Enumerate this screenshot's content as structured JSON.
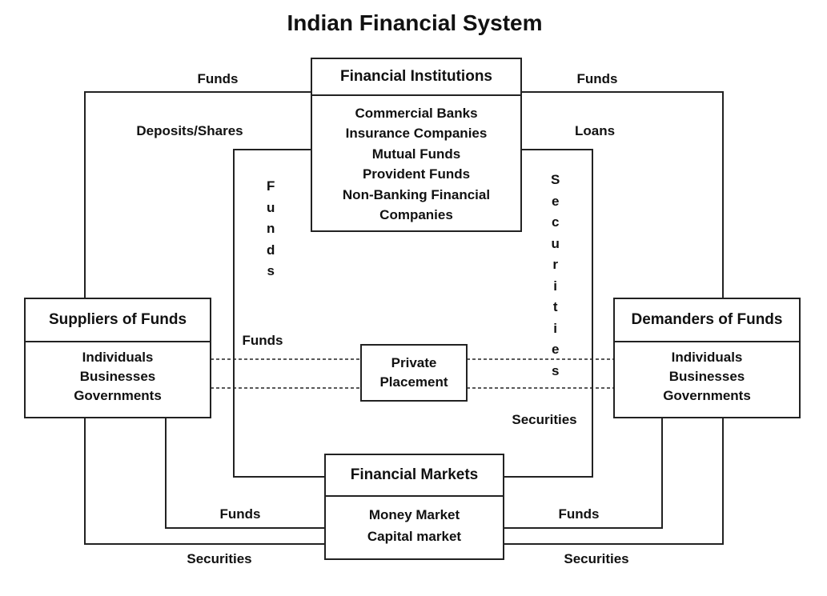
{
  "title": "Indian Financial System",
  "institutions": {
    "heading": "Financial Institutions",
    "items": [
      "Commercial Banks",
      "Insurance Companies",
      "Mutual Funds",
      "Provident Funds",
      "Non-Banking Financial",
      "Companies"
    ]
  },
  "suppliers": {
    "heading": "Suppliers of Funds",
    "items": [
      "Individuals",
      "Businesses",
      "Governments"
    ]
  },
  "demanders": {
    "heading": "Demanders of Funds",
    "items": [
      "Individuals",
      "Businesses",
      "Governments"
    ]
  },
  "private_placement": {
    "line1": "Private",
    "line2": "Placement"
  },
  "markets": {
    "heading": "Financial Markets",
    "items": [
      "Money Market",
      "Capital market"
    ]
  },
  "flow_labels": {
    "funds_top_left": "Funds",
    "funds_top_right": "Funds",
    "deposits_shares": "Deposits/Shares",
    "loans": "Loans",
    "funds_vertical": "Funds",
    "securities_vertical": "Securities",
    "funds_private": "Funds",
    "securities_private": "Securities",
    "funds_bottom_left": "Funds",
    "funds_bottom_right": "Funds",
    "securities_bottom_left": "Securities",
    "securities_bottom_right": "Securities"
  }
}
